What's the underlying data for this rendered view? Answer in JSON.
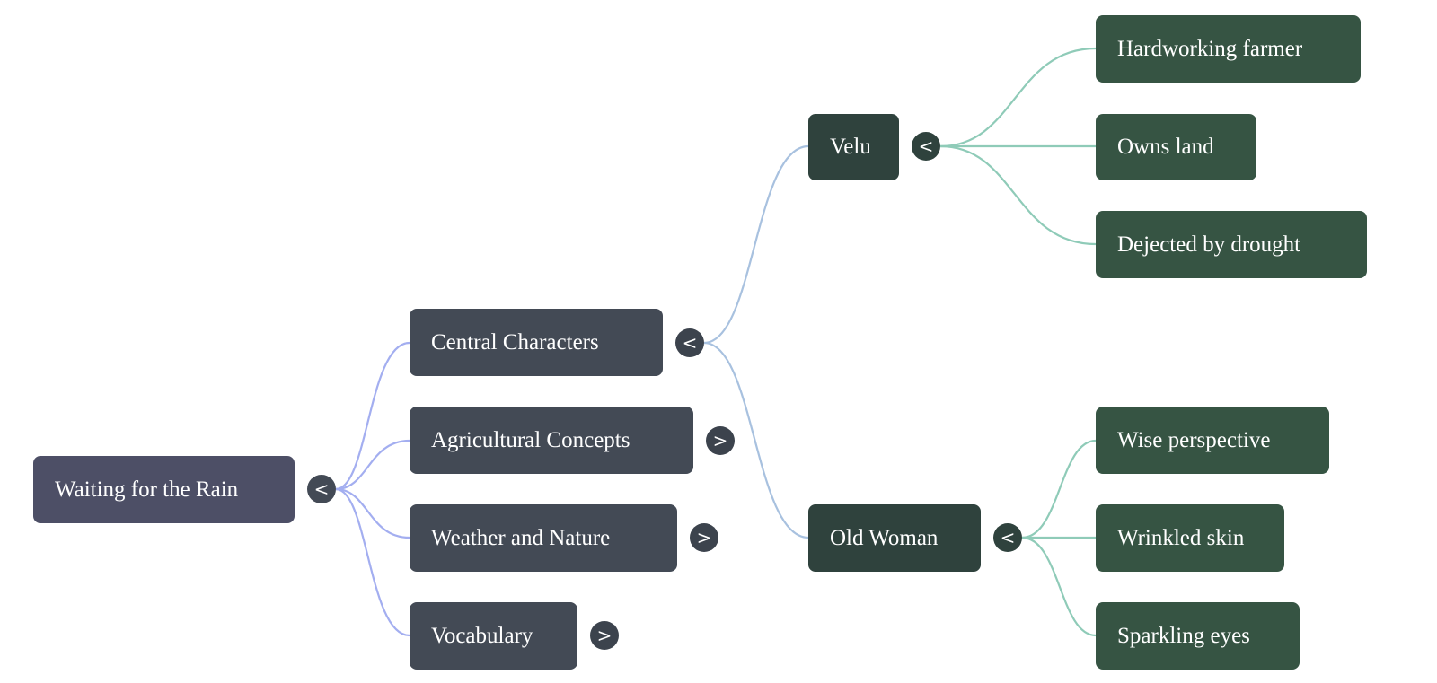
{
  "mindmap": {
    "root": {
      "label": "Waiting for the Rain",
      "toggle": "<",
      "toggle_icon": "collapse-icon"
    },
    "branches": [
      {
        "label": "Central Characters",
        "toggle": "<",
        "toggle_icon": "collapse-icon",
        "children": [
          {
            "label": "Velu",
            "toggle": "<",
            "toggle_icon": "collapse-icon",
            "children": [
              "Hardworking farmer",
              "Owns land",
              "Dejected by drought"
            ]
          },
          {
            "label": "Old Woman",
            "toggle": "<",
            "toggle_icon": "collapse-icon",
            "children": [
              "Wise perspective",
              "Wrinkled skin",
              "Sparkling eyes"
            ]
          }
        ]
      },
      {
        "label": "Agricultural Concepts",
        "toggle": ">",
        "toggle_icon": "expand-icon"
      },
      {
        "label": "Weather and Nature",
        "toggle": ">",
        "toggle_icon": "expand-icon"
      },
      {
        "label": "Vocabulary",
        "toggle": ">",
        "toggle_icon": "expand-icon"
      }
    ],
    "colors": {
      "root_fill": "#4d4f66",
      "level1_fill": "#434a55",
      "level2_fill": "#2f423d",
      "level3_fill": "#365443",
      "root_edge": "#a3aef0",
      "level1_edge": "#a8c1df",
      "level2_edge": "#8fcbb8"
    }
  }
}
